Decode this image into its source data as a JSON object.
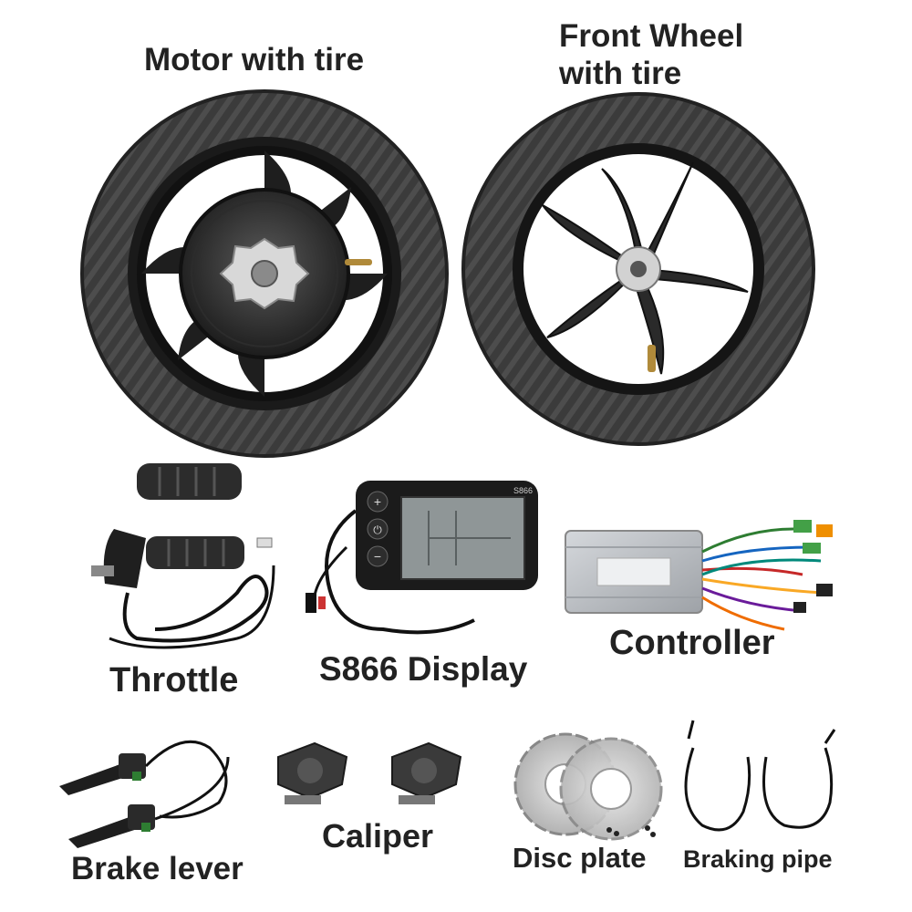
{
  "labels": {
    "motor": "Motor with tire",
    "front_line1": "Front Wheel",
    "front_line2": "with tire",
    "throttle": "Throttle",
    "display": "S866 Display",
    "controller": "Controller",
    "brake_lever": "Brake lever",
    "caliper": "Caliper",
    "disc_plate": "Disc plate",
    "braking_pipe": "Braking pipe",
    "display_model": "S866"
  },
  "colors": {
    "tire": "#3a3a3a",
    "rim": "#151515",
    "hub": "#c9c9c9",
    "controller": "#b9bcc0",
    "lcd": "#8f9697"
  }
}
